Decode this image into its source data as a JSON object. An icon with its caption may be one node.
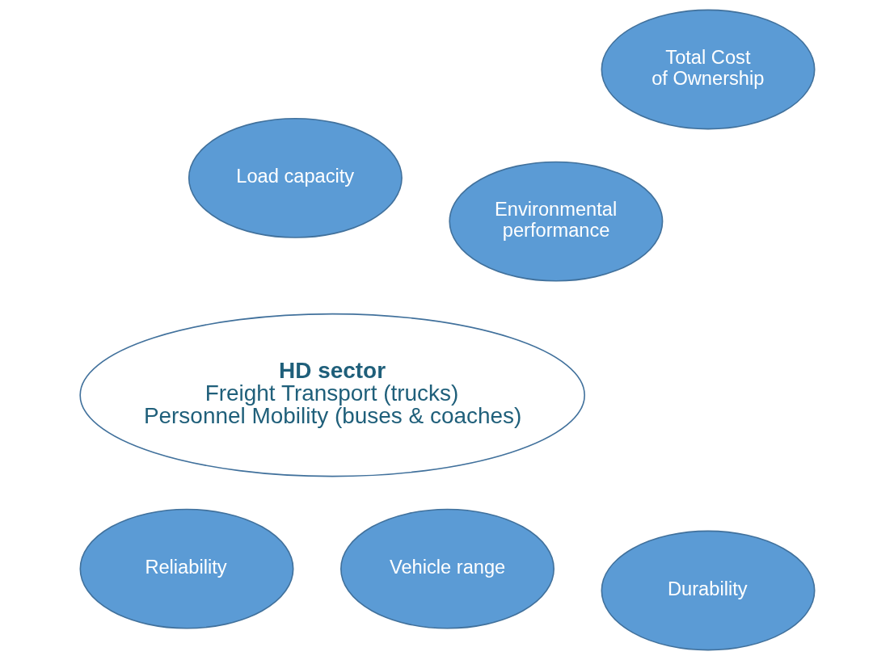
{
  "diagram": {
    "nodes": [
      {
        "text": [
          "Environmental performance"
        ]
      },
      {
        "text": [
          "Load capacity"
        ]
      },
      {
        "text": [
          "Vehicle range"
        ]
      },
      {
        "text": [
          "HD sector",
          "Freight Transport (trucks)",
          "Personnel Mobility (buses & coaches)"
        ]
      },
      {
        "text": [
          "Durability"
        ]
      },
      {
        "text": [
          "Total Cost of Ownership"
        ]
      },
      {
        "text": [
          "Reliability"
        ]
      }
    ],
    "edges": []
  }
}
